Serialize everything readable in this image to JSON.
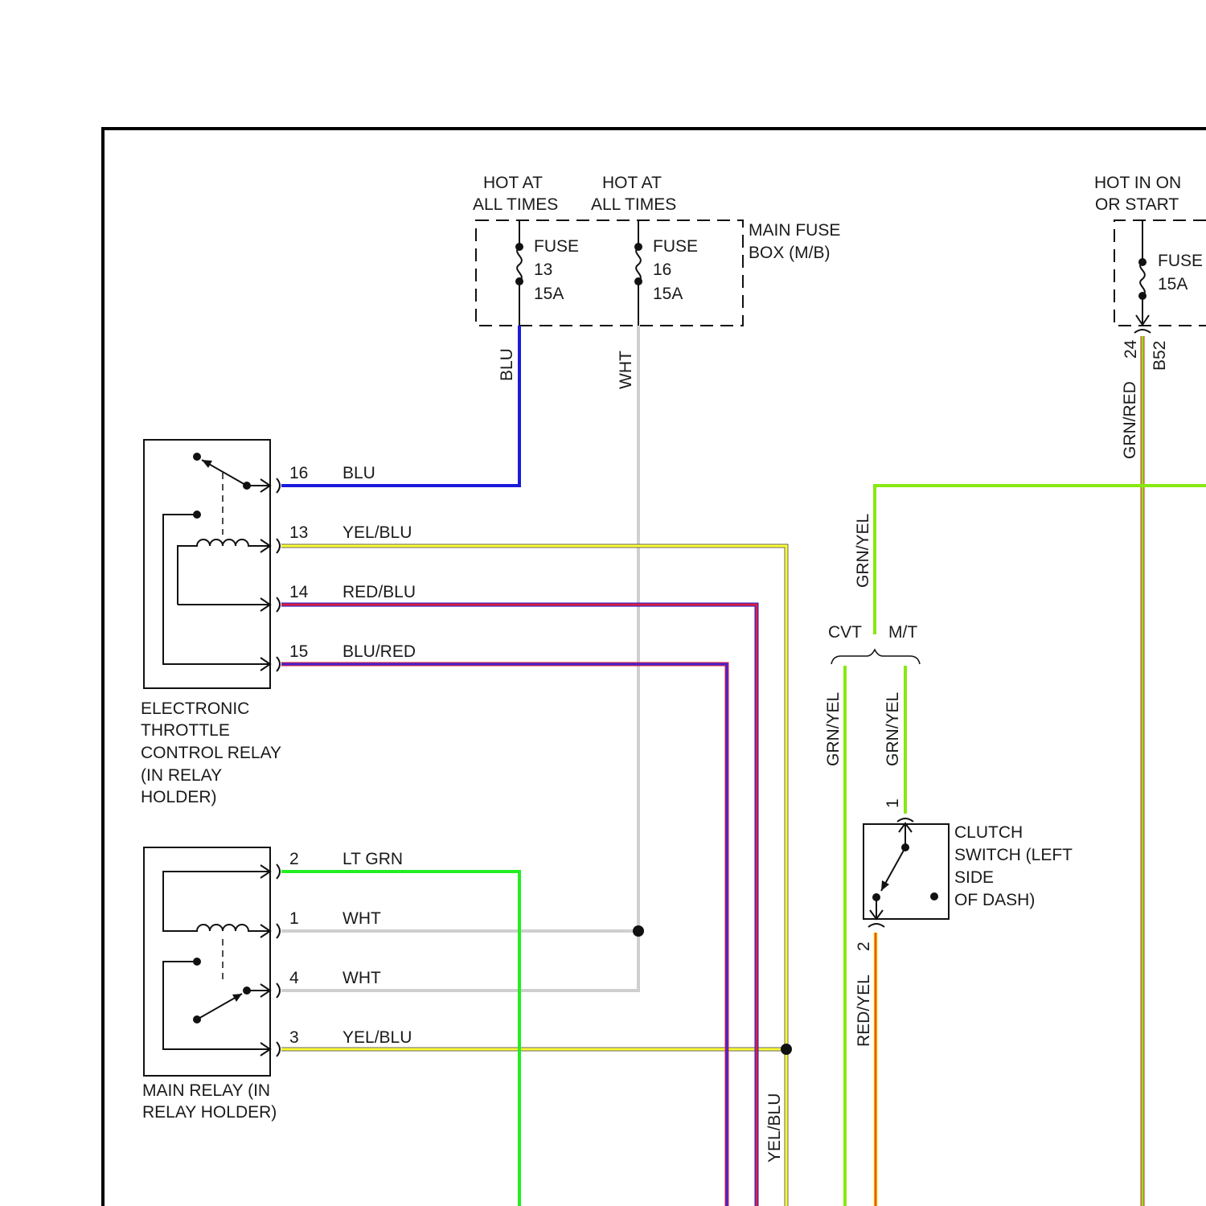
{
  "fuse_box": {
    "label_line1": "MAIN FUSE",
    "label_line2": "BOX (M/B)",
    "fuses": [
      {
        "hot_line1": "HOT AT",
        "hot_line2": "ALL TIMES",
        "name": "FUSE",
        "number": "13",
        "rating": "15A",
        "wire": "BLU"
      },
      {
        "hot_line1": "HOT AT",
        "hot_line2": "ALL TIMES",
        "name": "FUSE",
        "number": "16",
        "rating": "15A",
        "wire": "WHT"
      }
    ]
  },
  "ignition_fuse": {
    "hot_line1": "HOT IN ON",
    "hot_line2": "OR START",
    "name": "FUSE",
    "rating": "15A",
    "pin": "24",
    "connector": "B52",
    "wire": "GRN/RED"
  },
  "etc_relay": {
    "label_lines": [
      "ELECTRONIC",
      "THROTTLE",
      "CONTROL RELAY",
      "(IN RELAY",
      "HOLDER)"
    ],
    "pins": [
      {
        "pin": "16",
        "wire": "BLU"
      },
      {
        "pin": "13",
        "wire": "YEL/BLU"
      },
      {
        "pin": "14",
        "wire": "RED/BLU"
      },
      {
        "pin": "15",
        "wire": "BLU/RED"
      }
    ]
  },
  "main_relay": {
    "label_lines": [
      "MAIN RELAY (IN",
      "RELAY HOLDER)"
    ],
    "pins": [
      {
        "pin": "2",
        "wire": "LT GRN"
      },
      {
        "pin": "1",
        "wire": "WHT"
      },
      {
        "pin": "4",
        "wire": "WHT"
      },
      {
        "pin": "3",
        "wire": "YEL/BLU"
      }
    ]
  },
  "yel_blu_vertical_label": "YEL/BLU",
  "transmission": {
    "top_wire": "GRN/YEL",
    "cvt_label": "CVT",
    "mt_label": "M/T",
    "cvt_wire": "GRN/YEL",
    "mt_wire": "GRN/YEL"
  },
  "clutch_switch": {
    "label_lines": [
      "CLUTCH",
      "SWITCH (LEFT",
      "SIDE",
      "OF DASH)"
    ],
    "pin_top": "1",
    "pin_bottom": "2",
    "bottom_wire": "RED/YEL"
  },
  "wire_colors": {
    "BLU": "#1a1adc",
    "WHT": "#cfcfcf",
    "YEL": "#ffff33",
    "RED": "#dd1f3a",
    "LT_GRN": "#22ee22",
    "GRN_YEL": "#88e812",
    "ORANGE_RED": "#ee5511"
  }
}
